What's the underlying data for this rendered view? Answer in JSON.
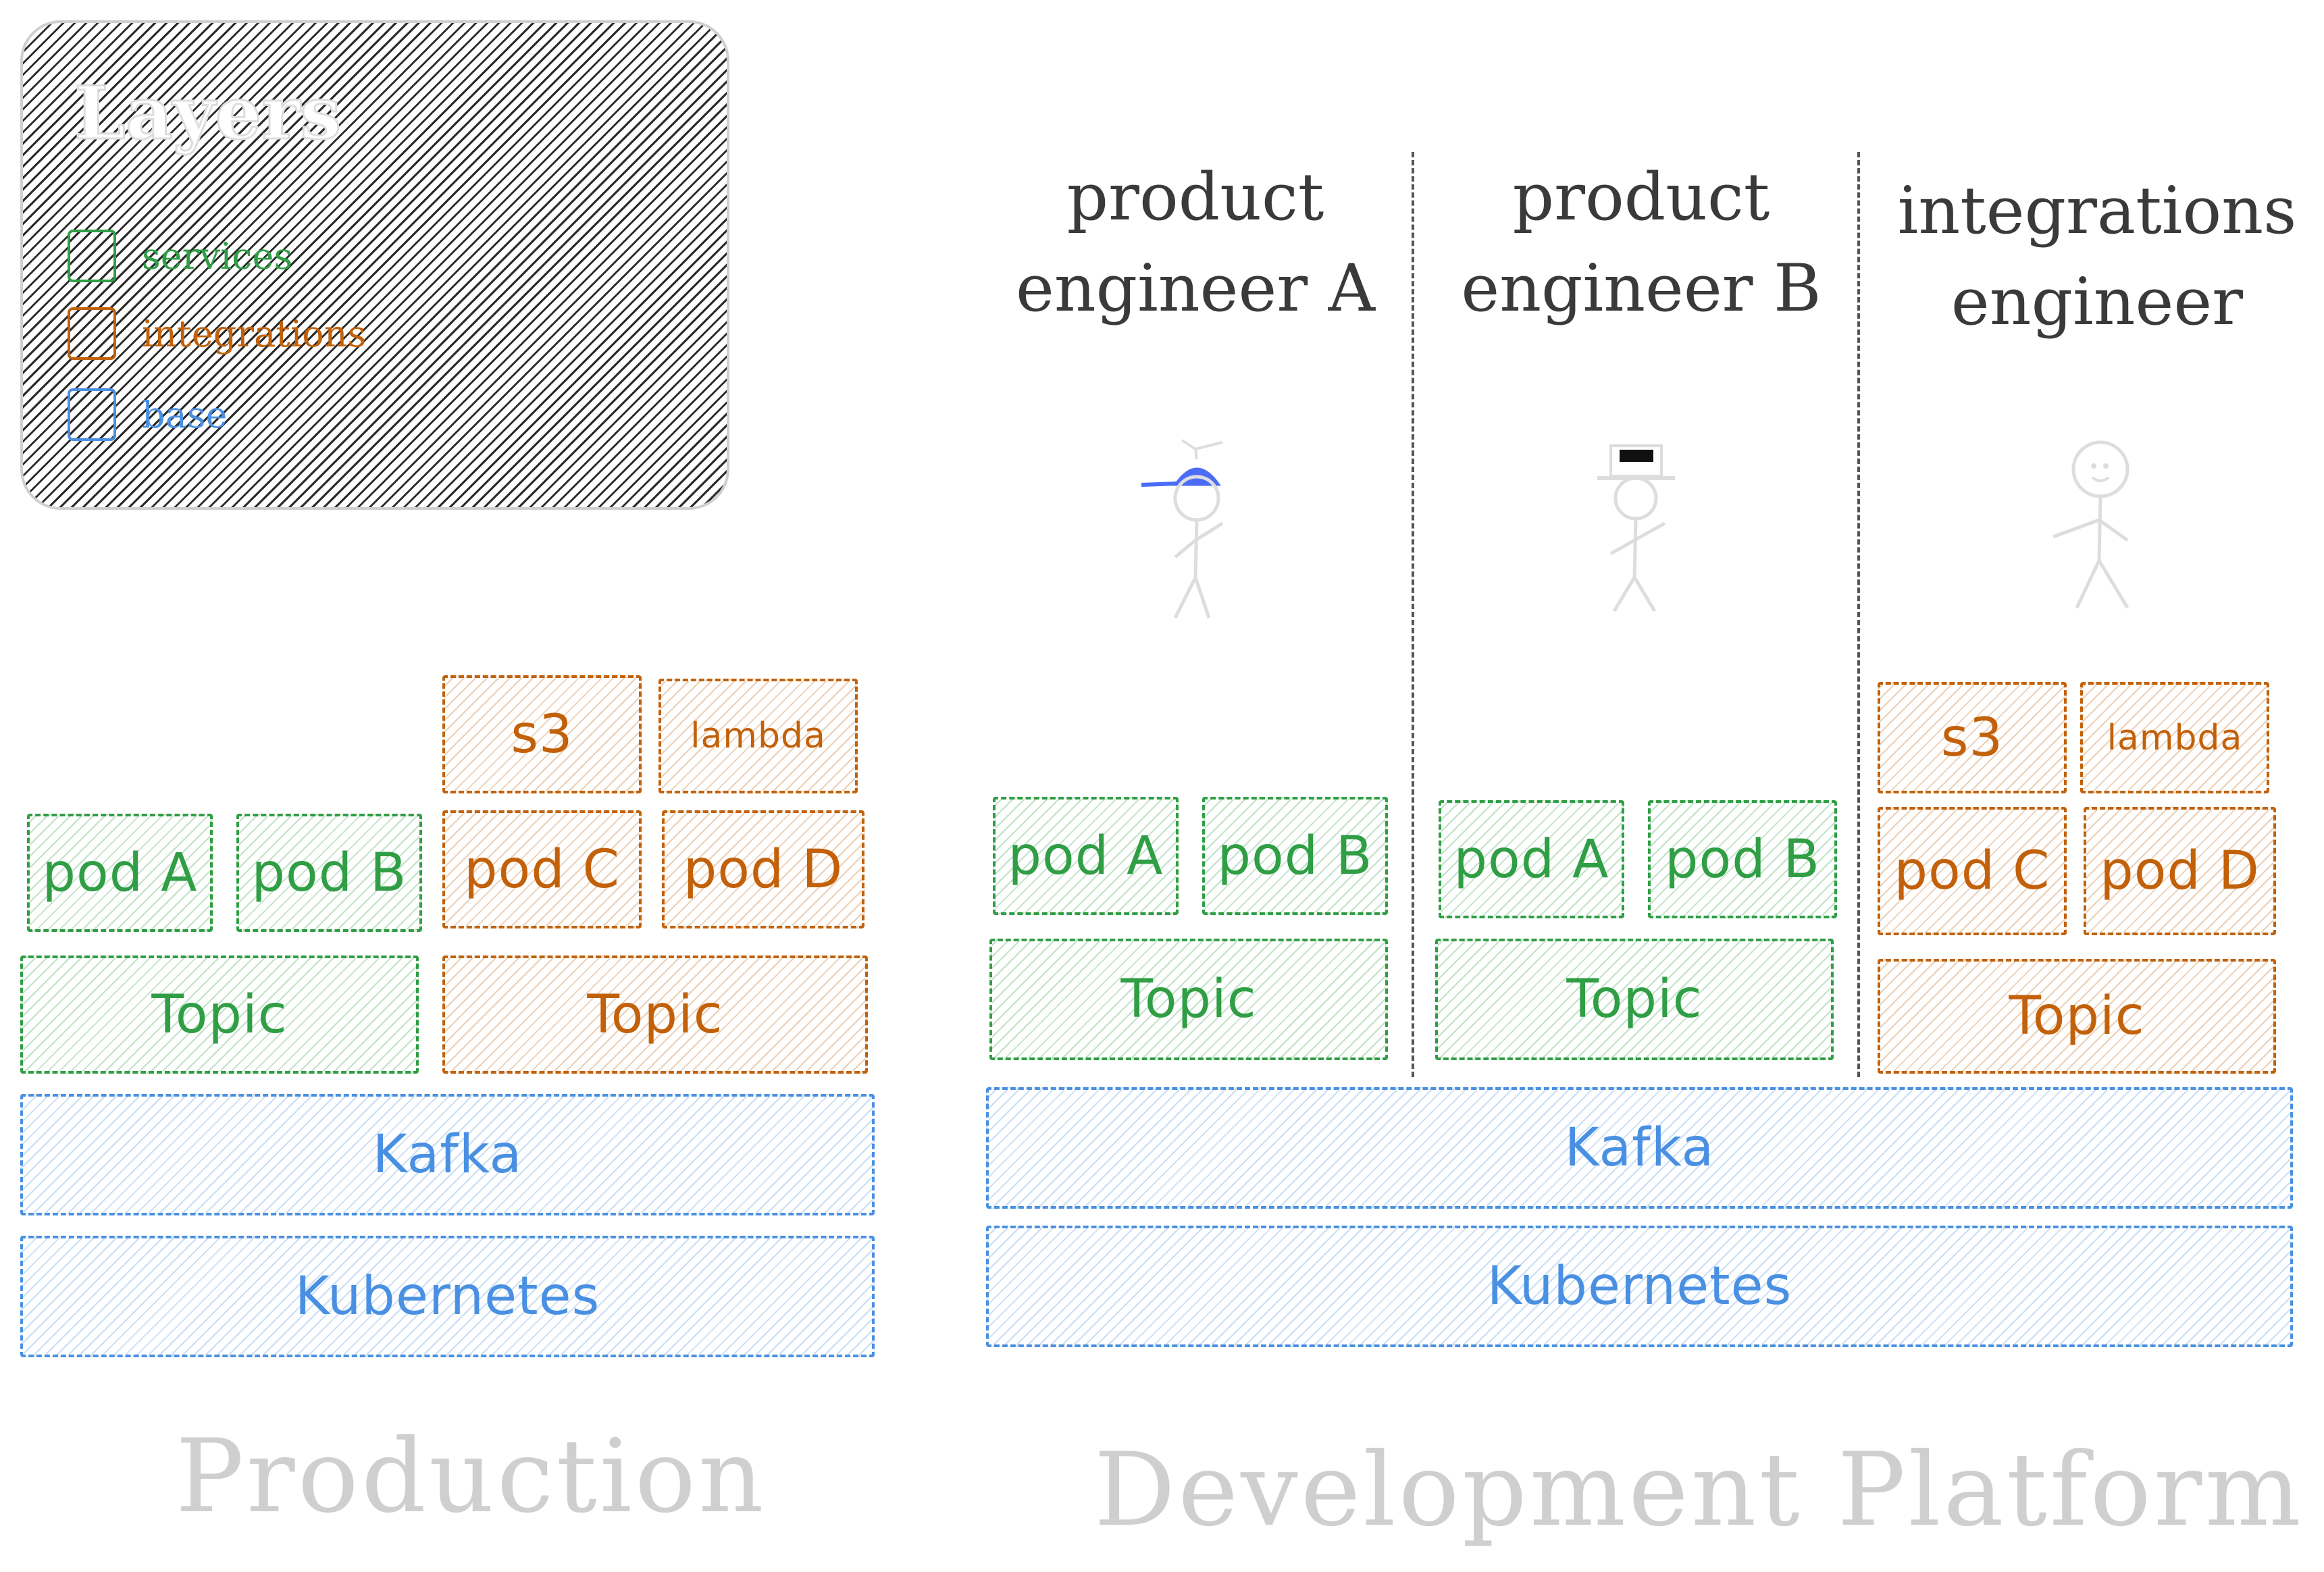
{
  "legend": {
    "title": "Layers",
    "items": [
      {
        "label": "services",
        "color": "#2f9e44"
      },
      {
        "label": "integrations",
        "color": "#c2610a"
      },
      {
        "label": "base",
        "color": "#4a90e2"
      }
    ]
  },
  "production": {
    "caption": "Production",
    "s3": "s3",
    "lambda": "lambda",
    "pod_a": "pod A",
    "pod_b": "pod B",
    "pod_c": "pod C",
    "pod_d": "pod D",
    "topic_services": "Topic",
    "topic_integrations": "Topic",
    "kafka": "Kafka",
    "kubernetes": "Kubernetes"
  },
  "development": {
    "caption": "Development Platform",
    "roles": [
      {
        "line1": "product",
        "line2": "engineer A"
      },
      {
        "line1": "product",
        "line2": "engineer B"
      },
      {
        "line1": "integrations",
        "line2": "engineer"
      }
    ],
    "col_a": {
      "pod_a": "pod A",
      "pod_b": "pod B",
      "topic": "Topic"
    },
    "col_b": {
      "pod_a": "pod A",
      "pod_b": "pod B",
      "topic": "Topic"
    },
    "col_c": {
      "s3": "s3",
      "lambda": "lambda",
      "pod_c": "pod C",
      "pod_d": "pod D",
      "topic": "Topic"
    },
    "kafka": "Kafka",
    "kubernetes": "Kubernetes"
  },
  "colors": {
    "services": "#2f9e44",
    "integrations": "#c2610a",
    "base": "#4a90e2",
    "propeller_cap": "#4a6cf7",
    "caption_gray": "#cfcfcf"
  }
}
